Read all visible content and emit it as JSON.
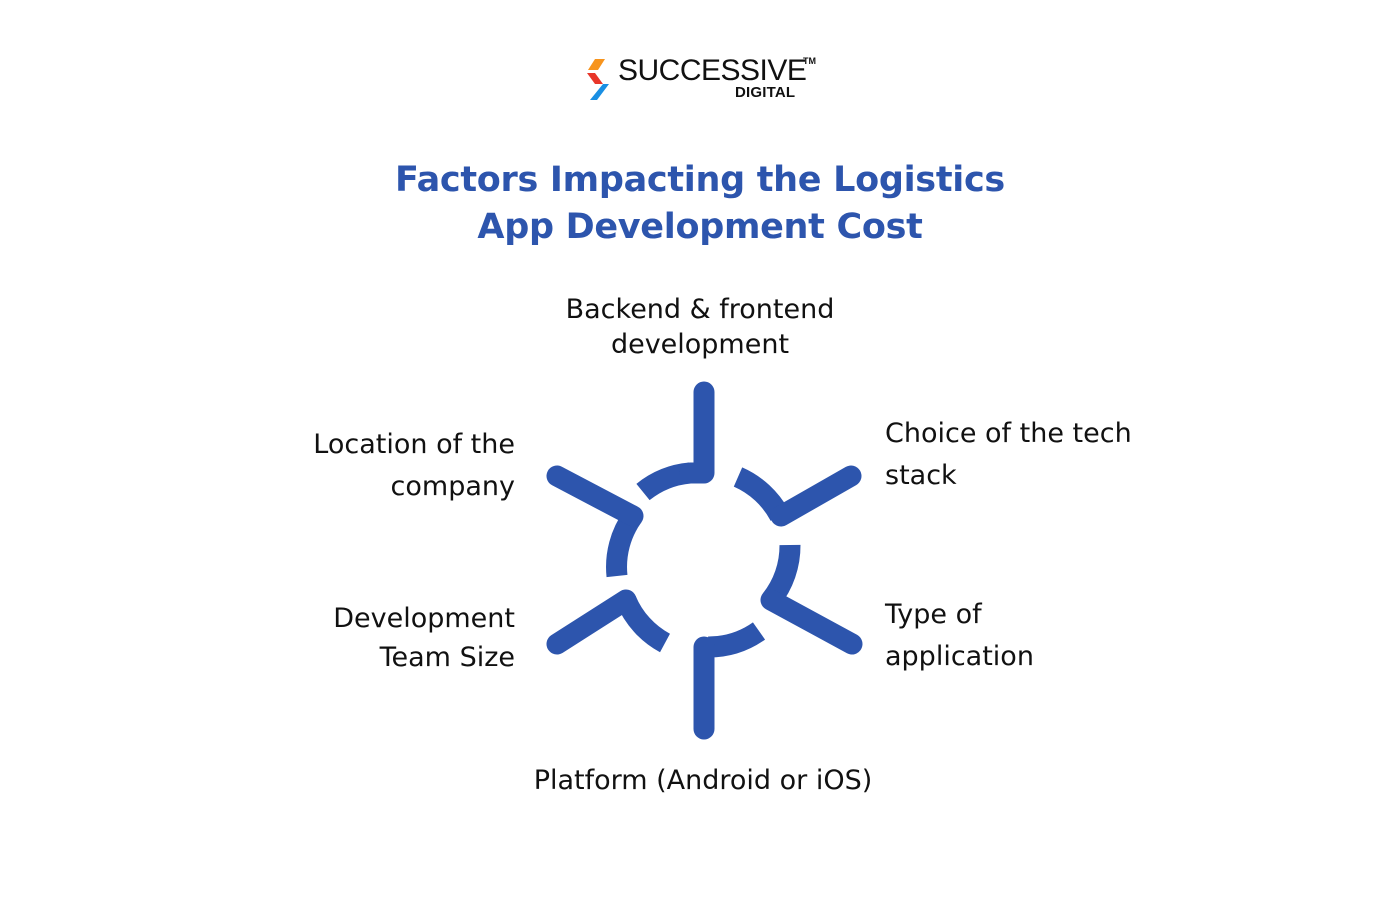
{
  "logo": {
    "wordmark": "SUCCESSIVE",
    "trademark": "TM",
    "subtitle": "DIGITAL",
    "colors": [
      "#f7941d",
      "#e8362a",
      "#1a8fe3"
    ]
  },
  "title": {
    "line1": "Factors Impacting the Logistics",
    "line2": "App Development Cost"
  },
  "factors": {
    "top": [
      "Backend & frontend",
      "development"
    ],
    "top_right": [
      "Choice of the tech",
      "stack"
    ],
    "bottom_right": [
      "Type of",
      "application"
    ],
    "bottom": [
      "Platform (Android or iOS)"
    ],
    "bottom_left": [
      "Development",
      "Team Size"
    ],
    "top_left": [
      "Location of the",
      "company"
    ]
  },
  "colors": {
    "accent": "#2d55ad",
    "text": "#111111",
    "background": "#ffffff"
  },
  "icon": "hub-with-six-spokes"
}
